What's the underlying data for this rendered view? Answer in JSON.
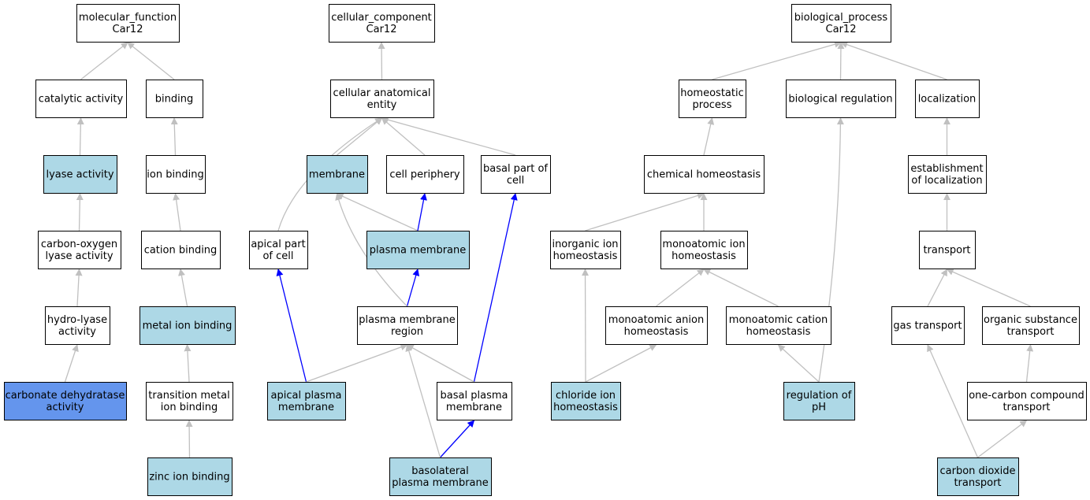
{
  "colors": {
    "plain": "#ffffff",
    "highlight": "#add8e6",
    "focus": "#6495ed",
    "edge_gray": "#c0c0c0",
    "edge_blue": "#0000ff",
    "border": "#000000"
  },
  "nodes": [
    {
      "id": "mf",
      "lines": [
        "molecular_function",
        "Car12"
      ],
      "style": "plain"
    },
    {
      "id": "cat",
      "lines": [
        "catalytic activity"
      ],
      "style": "plain"
    },
    {
      "id": "bind",
      "lines": [
        "binding"
      ],
      "style": "plain"
    },
    {
      "id": "lyase",
      "lines": [
        "lyase activity"
      ],
      "style": "highlight"
    },
    {
      "id": "ionb",
      "lines": [
        "ion binding"
      ],
      "style": "plain"
    },
    {
      "id": "colyase",
      "lines": [
        "carbon-oxygen",
        "lyase activity"
      ],
      "style": "plain"
    },
    {
      "id": "cationb",
      "lines": [
        "cation binding"
      ],
      "style": "plain"
    },
    {
      "id": "hydro",
      "lines": [
        "hydro-lyase",
        "activity"
      ],
      "style": "plain"
    },
    {
      "id": "metalb",
      "lines": [
        "metal ion binding"
      ],
      "style": "highlight"
    },
    {
      "id": "cdh",
      "lines": [
        "carbonate dehydratase",
        "activity"
      ],
      "style": "focus"
    },
    {
      "id": "transb",
      "lines": [
        "transition metal",
        "ion binding"
      ],
      "style": "plain"
    },
    {
      "id": "zinc",
      "lines": [
        "zinc ion binding"
      ],
      "style": "highlight"
    },
    {
      "id": "cc",
      "lines": [
        "cellular_component",
        "Car12"
      ],
      "style": "plain"
    },
    {
      "id": "cae",
      "lines": [
        "cellular anatomical",
        "entity"
      ],
      "style": "plain"
    },
    {
      "id": "membrane",
      "lines": [
        "membrane"
      ],
      "style": "highlight"
    },
    {
      "id": "periph",
      "lines": [
        "cell periphery"
      ],
      "style": "plain"
    },
    {
      "id": "basalpart",
      "lines": [
        "basal part of",
        "cell"
      ],
      "style": "plain"
    },
    {
      "id": "apicalpart",
      "lines": [
        "apical part",
        "of cell"
      ],
      "style": "plain"
    },
    {
      "id": "pm",
      "lines": [
        "plasma membrane"
      ],
      "style": "highlight"
    },
    {
      "id": "pmr",
      "lines": [
        "plasma membrane",
        "region"
      ],
      "style": "plain"
    },
    {
      "id": "apm",
      "lines": [
        "apical plasma",
        "membrane"
      ],
      "style": "highlight"
    },
    {
      "id": "bpm",
      "lines": [
        "basal plasma",
        "membrane"
      ],
      "style": "plain"
    },
    {
      "id": "blpm",
      "lines": [
        "basolateral",
        "plasma membrane"
      ],
      "style": "highlight"
    },
    {
      "id": "bp",
      "lines": [
        "biological_process",
        "Car12"
      ],
      "style": "plain"
    },
    {
      "id": "homeo",
      "lines": [
        "homeostatic",
        "process"
      ],
      "style": "plain"
    },
    {
      "id": "bioreg",
      "lines": [
        "biological regulation"
      ],
      "style": "plain"
    },
    {
      "id": "local",
      "lines": [
        "localization"
      ],
      "style": "plain"
    },
    {
      "id": "chemh",
      "lines": [
        "chemical homeostasis"
      ],
      "style": "plain"
    },
    {
      "id": "estloc",
      "lines": [
        "establishment",
        "of localization"
      ],
      "style": "plain"
    },
    {
      "id": "inorg",
      "lines": [
        "inorganic ion",
        "homeostasis"
      ],
      "style": "plain"
    },
    {
      "id": "monoh",
      "lines": [
        "monoatomic ion",
        "homeostasis"
      ],
      "style": "plain"
    },
    {
      "id": "transport",
      "lines": [
        "transport"
      ],
      "style": "plain"
    },
    {
      "id": "anion",
      "lines": [
        "monoatomic anion",
        "homeostasis"
      ],
      "style": "plain"
    },
    {
      "id": "cation",
      "lines": [
        "monoatomic cation",
        "homeostasis"
      ],
      "style": "plain"
    },
    {
      "id": "gas",
      "lines": [
        "gas transport"
      ],
      "style": "plain"
    },
    {
      "id": "organic",
      "lines": [
        "organic substance",
        "transport"
      ],
      "style": "plain"
    },
    {
      "id": "chloride",
      "lines": [
        "chloride ion",
        "homeostasis"
      ],
      "style": "highlight"
    },
    {
      "id": "ph",
      "lines": [
        "regulation of",
        "pH"
      ],
      "style": "highlight"
    },
    {
      "id": "onecarbon",
      "lines": [
        "one-carbon compound",
        "transport"
      ],
      "style": "plain"
    },
    {
      "id": "co2",
      "lines": [
        "carbon dioxide",
        "transport"
      ],
      "style": "highlight"
    }
  ],
  "edges": [
    {
      "from": "cat",
      "to": "mf",
      "color": "gray"
    },
    {
      "from": "bind",
      "to": "mf",
      "color": "gray"
    },
    {
      "from": "lyase",
      "to": "cat",
      "color": "gray"
    },
    {
      "from": "ionb",
      "to": "bind",
      "color": "gray"
    },
    {
      "from": "colyase",
      "to": "lyase",
      "color": "gray"
    },
    {
      "from": "cationb",
      "to": "ionb",
      "color": "gray"
    },
    {
      "from": "hydro",
      "to": "colyase",
      "color": "gray"
    },
    {
      "from": "metalb",
      "to": "cationb",
      "color": "gray"
    },
    {
      "from": "cdh",
      "to": "hydro",
      "color": "gray"
    },
    {
      "from": "transb",
      "to": "metalb",
      "color": "gray"
    },
    {
      "from": "zinc",
      "to": "transb",
      "color": "gray"
    },
    {
      "from": "cae",
      "to": "cc",
      "color": "gray"
    },
    {
      "from": "membrane",
      "to": "cae",
      "color": "gray"
    },
    {
      "from": "periph",
      "to": "cae",
      "color": "gray"
    },
    {
      "from": "basalpart",
      "to": "cae",
      "color": "gray"
    },
    {
      "from": "apicalpart",
      "to": "cae",
      "color": "gray",
      "bend": -45
    },
    {
      "from": "pm",
      "to": "membrane",
      "color": "gray"
    },
    {
      "from": "pm",
      "to": "periph",
      "color": "blue"
    },
    {
      "from": "pmr",
      "to": "pm",
      "color": "blue"
    },
    {
      "from": "pmr",
      "to": "membrane",
      "color": "gray",
      "bend": -25
    },
    {
      "from": "apm",
      "to": "apicalpart",
      "color": "blue"
    },
    {
      "from": "apm",
      "to": "pmr",
      "color": "gray"
    },
    {
      "from": "bpm",
      "to": "basalpart",
      "color": "blue"
    },
    {
      "from": "bpm",
      "to": "pmr",
      "color": "gray"
    },
    {
      "from": "blpm",
      "to": "bpm",
      "color": "blue"
    },
    {
      "from": "blpm",
      "to": "pmr",
      "color": "gray"
    },
    {
      "from": "homeo",
      "to": "bp",
      "color": "gray"
    },
    {
      "from": "bioreg",
      "to": "bp",
      "color": "gray"
    },
    {
      "from": "local",
      "to": "bp",
      "color": "gray"
    },
    {
      "from": "chemh",
      "to": "homeo",
      "color": "gray"
    },
    {
      "from": "estloc",
      "to": "local",
      "color": "gray"
    },
    {
      "from": "inorg",
      "to": "chemh",
      "color": "gray"
    },
    {
      "from": "monoh",
      "to": "chemh",
      "color": "gray"
    },
    {
      "from": "transport",
      "to": "estloc",
      "color": "gray"
    },
    {
      "from": "anion",
      "to": "monoh",
      "color": "gray"
    },
    {
      "from": "cation",
      "to": "monoh",
      "color": "gray"
    },
    {
      "from": "gas",
      "to": "transport",
      "color": "gray"
    },
    {
      "from": "organic",
      "to": "transport",
      "color": "gray"
    },
    {
      "from": "chloride",
      "to": "inorg",
      "color": "gray"
    },
    {
      "from": "chloride",
      "to": "anion",
      "color": "gray"
    },
    {
      "from": "ph",
      "to": "cation",
      "color": "gray"
    },
    {
      "from": "ph",
      "to": "bioreg",
      "color": "gray",
      "bend": 12
    },
    {
      "from": "onecarbon",
      "to": "organic",
      "color": "gray"
    },
    {
      "from": "co2",
      "to": "onecarbon",
      "color": "gray"
    },
    {
      "from": "co2",
      "to": "gas",
      "color": "gray"
    }
  ]
}
